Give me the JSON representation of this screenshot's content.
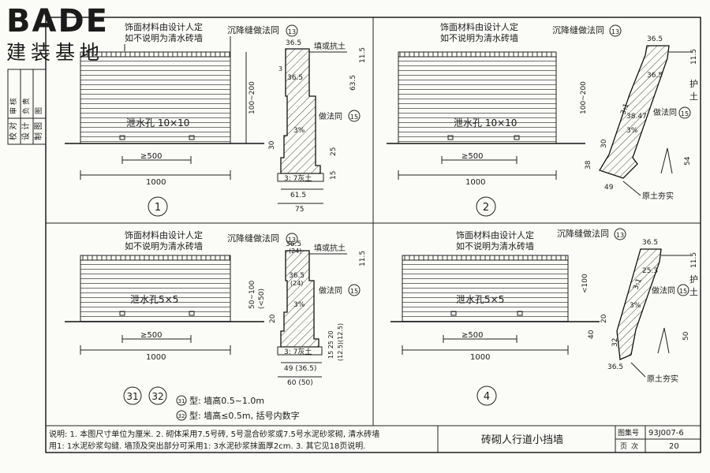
{
  "logo": {
    "brand": "BADE",
    "tagline": "建装基地"
  },
  "side_block": {
    "row1": "校 对",
    "row2": "设 计",
    "row3": "制 图",
    "row1b": "审 核",
    "row2b": "负 责",
    "row3b": "图"
  },
  "panel1": {
    "note_line1": "饰面材料由设计人定",
    "note_line2": "如不说明为清水砖墙",
    "joint_label": "沉降缝做法同",
    "joint_ref": "13",
    "fill_label": "填或抗土",
    "drain": "泄水孔  10×10",
    "height_dim": "100~200",
    "spacing": "≥500",
    "span": "1000",
    "top_w": "36.5",
    "mid_w": "36.5",
    "base_w": "61.5",
    "foot_w": "75",
    "h1": "11.5",
    "h2": "63.5",
    "d30": "30",
    "d25": "25",
    "d15": "15",
    "d3": "3",
    "slope": "3%",
    "method_label": "做法同",
    "method_ref": "15",
    "lime": "3: 7灰土",
    "number": "1"
  },
  "panel2": {
    "note_line1": "饰面材料由设计人定",
    "note_line2": "如不说明为清水砖墙",
    "joint_label": "沉降缝做法同",
    "joint_ref": "13",
    "drain": "泄水孔  10×10",
    "height_dim": "100~200",
    "spacing": "≥500",
    "span": "1000",
    "top_w": "36.5",
    "mid_w": "36.5",
    "ratio": "3:1",
    "w3847": "38.47",
    "method_label": "做法同",
    "method_ref": "15",
    "slope": "3%",
    "h115": "11.5",
    "soil": "土",
    "earth": "护",
    "d30": "30",
    "d38": "38",
    "d54": "54",
    "d49": "49",
    "tamped": "原土夯实",
    "number": "2"
  },
  "panel31": {
    "note_line1": "饰面材料由设计人定",
    "note_line2": "如不说明为清水砖墙",
    "joint_label": "沉降缝做法同",
    "joint_ref": "13",
    "fill_label": "填或抗土",
    "drain": "泄水孔5×5",
    "height_dim": "50~100",
    "height_sub": "(<50)",
    "spacing": "≥500",
    "span": "1000",
    "top_w": "36.5",
    "top_sub": "(24)",
    "mid_w": "36.5",
    "mid_sub": "(24)",
    "h115": "11.5",
    "d20": "20",
    "slope": "3%",
    "method_label": "做法同",
    "method_ref": "15",
    "lime": "3: 7灰土",
    "base_w": "49 (36.5)",
    "foot_w": "60 (50)",
    "dims_right": "15 25 20",
    "dims_right2": "(12.5)(12.5)",
    "n31": "31",
    "n32": "32",
    "legend31_ref": "31",
    "legend31": "型: 墙高0.5~1.0m",
    "legend32_ref": "32",
    "legend32": "型: 墙高≤0.5m, 括号内数字"
  },
  "panel4": {
    "note_line1": "饰面材料由设计人定",
    "note_line2": "如不说明为清水砖墙",
    "joint_label": "沉降缝做法同",
    "joint_ref": "13",
    "drain": "泄水孔5×5",
    "height_dim": "<100",
    "spacing": "≥500",
    "span": "1000",
    "top_w": "36.5",
    "w253": "25.3",
    "ratio": "3:1",
    "method_label": "做法同",
    "method_ref": "15",
    "slope": "3%",
    "h115": "11.5",
    "soil": "土",
    "earth": "护",
    "d20": "20",
    "d40": "40",
    "d32": "32",
    "d50": "50",
    "bottom_w": "36.5",
    "tamped": "原土夯实",
    "number": "4"
  },
  "footer": {
    "note_line1": "说明: 1. 本图尺寸单位为厘米. 2. 砌体采用7.5号砖, 5号混合砂浆或7.5号水泥砂浆砌, 清水砖墙",
    "note_line2": "用1: 1水泥砂浆勾缝. 墙顶及突出部分可采用1: 3水泥砂浆抹面厚2cm. 3. 其它见18页说明.",
    "title": "砖砌人行道小挡墙",
    "atlas_label": "图集号",
    "atlas_value": "93J007-6",
    "page_label": "页",
    "page_label2": "次",
    "page_value": "20"
  }
}
